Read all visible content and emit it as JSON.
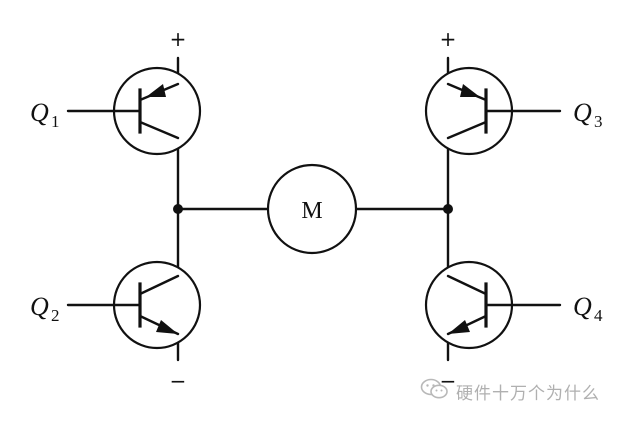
{
  "diagram": {
    "top_supply_label": "+",
    "bottom_supply_label": "−",
    "motor_label": "M",
    "transistors": {
      "q1": {
        "letter": "Q",
        "sub": "1"
      },
      "q2": {
        "letter": "Q",
        "sub": "2"
      },
      "q3": {
        "letter": "Q",
        "sub": "3"
      },
      "q4": {
        "letter": "Q",
        "sub": "4"
      }
    }
  },
  "watermark": {
    "icon": "wechat-icon",
    "text": "硬件十万个为什么"
  },
  "colors": {
    "line": "#111111",
    "background": "#ffffff",
    "watermark": "#b0b0b0"
  }
}
